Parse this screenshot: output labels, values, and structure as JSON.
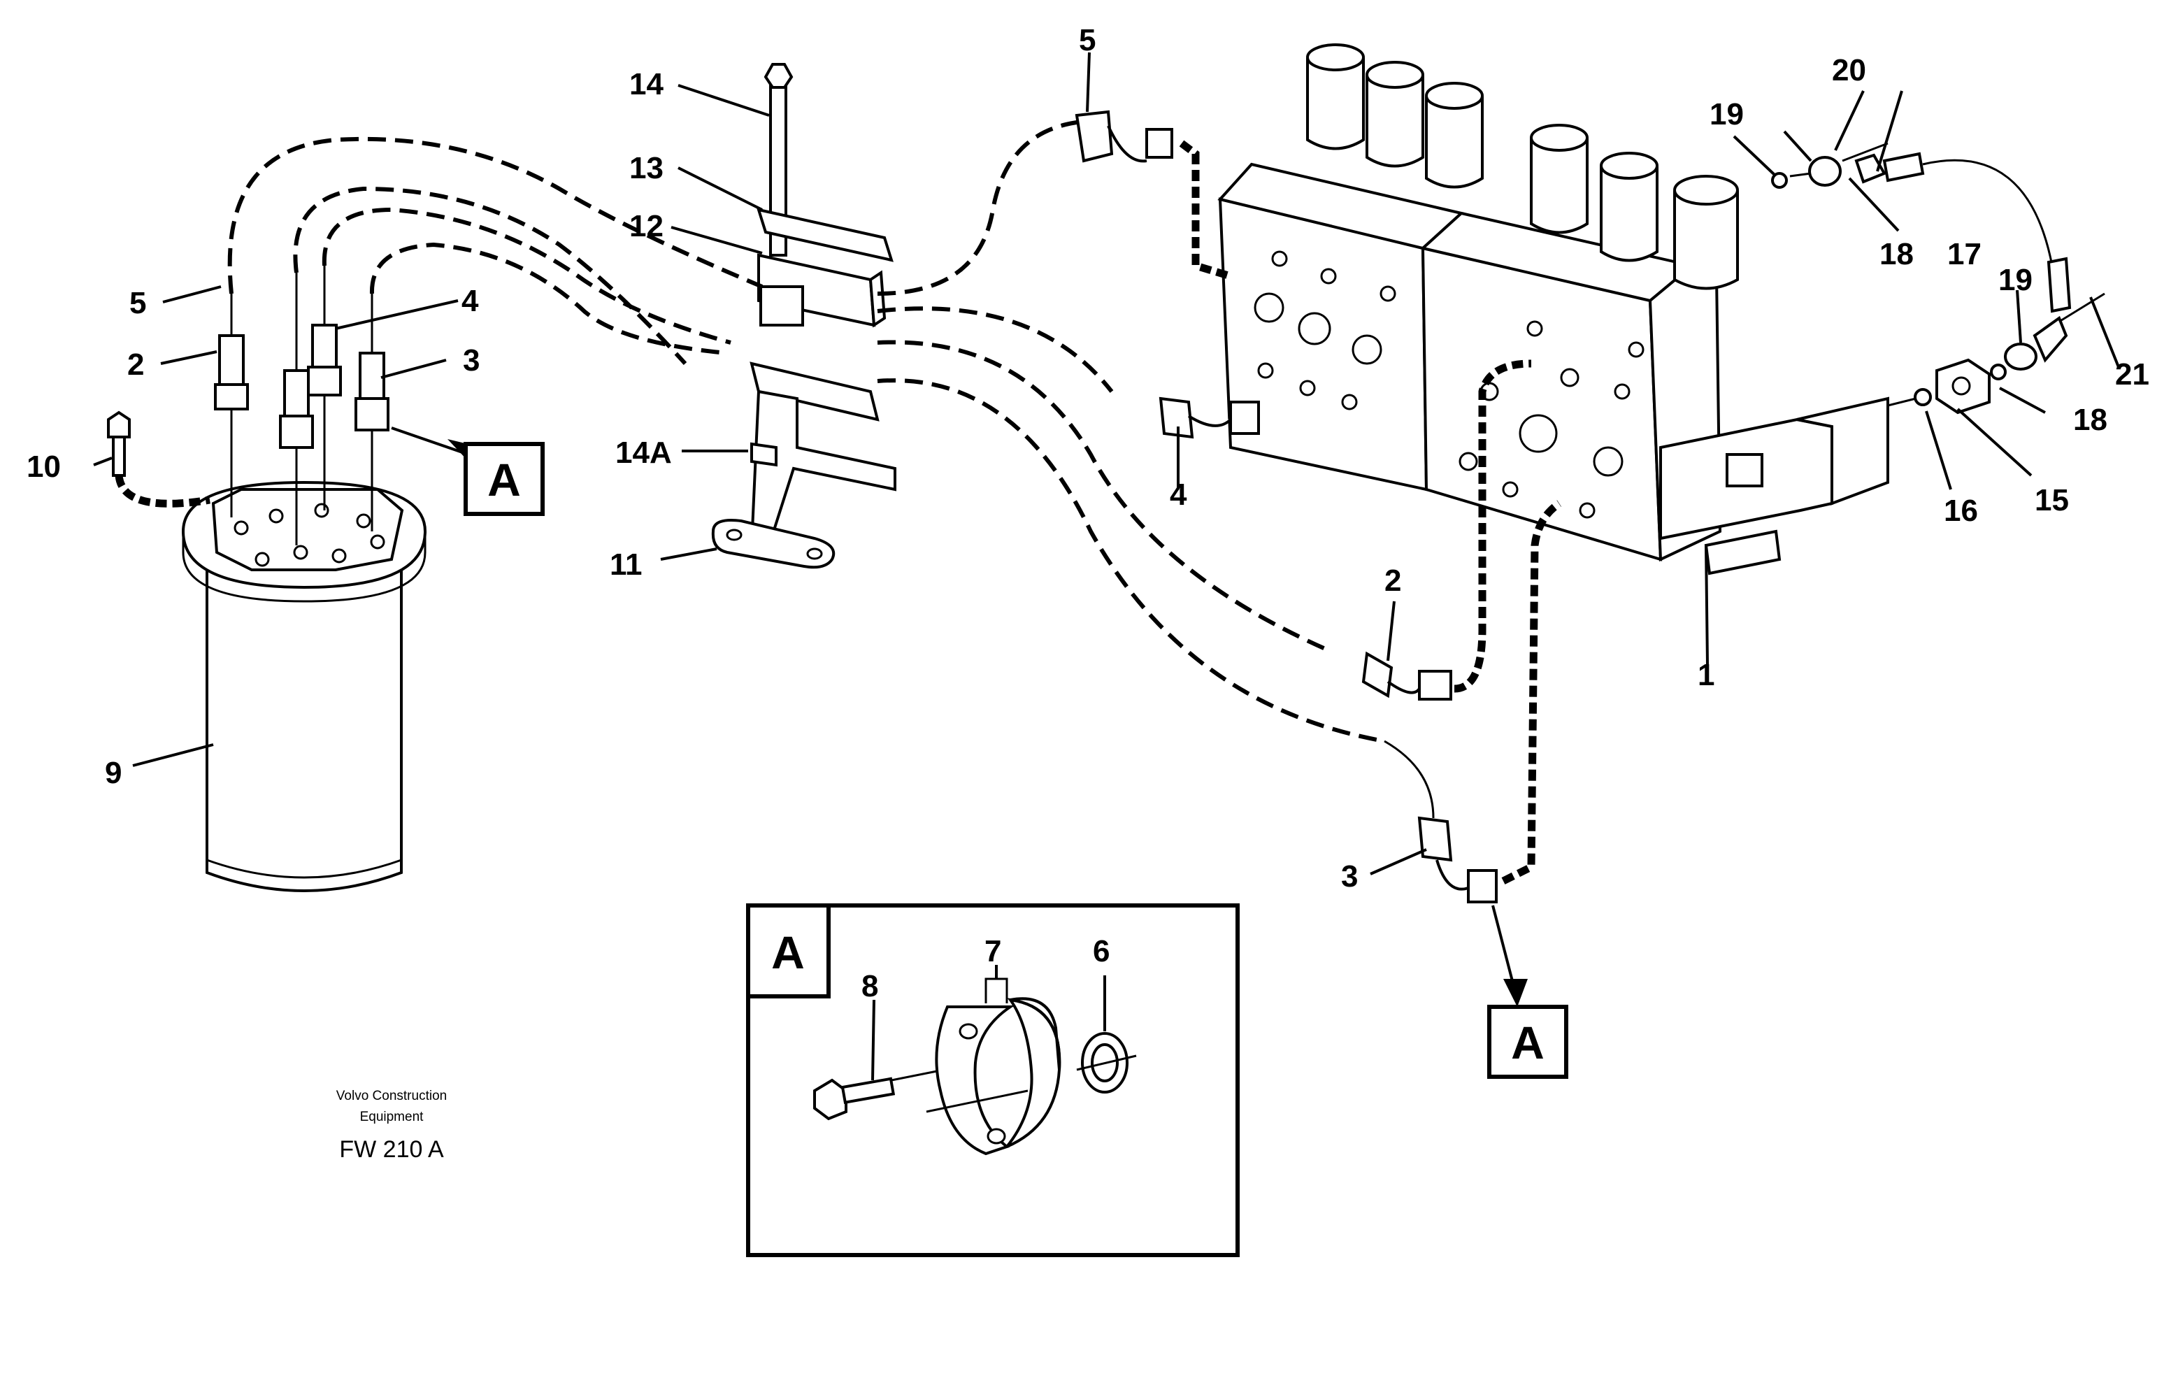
{
  "drawing": {
    "credit_line1": "Volvo Construction",
    "credit_line2": "Equipment",
    "drawing_code": "FW 210 A"
  },
  "callouts": {
    "c1": "1",
    "c2_filter": "2",
    "c2_valve": "2",
    "c3_filter": "3",
    "c3_valve": "3",
    "c4_filter": "4",
    "c4_valve": "4",
    "c5_filter": "5",
    "c5_valve": "5",
    "c6": "6",
    "c7": "7",
    "c8": "8",
    "c9": "9",
    "c10": "10",
    "c11": "11",
    "c12": "12",
    "c13": "13",
    "c14": "14",
    "c14a": "14A",
    "c15": "15",
    "c16": "16",
    "c17": "17",
    "c18_upper": "18",
    "c18_lower": "18",
    "c19_upper": "19",
    "c19_lower": "19",
    "c20": "20",
    "c21": "21"
  },
  "detail_refs": {
    "filter_ref": "A",
    "valve_ref": "A",
    "inset_title": "A"
  }
}
